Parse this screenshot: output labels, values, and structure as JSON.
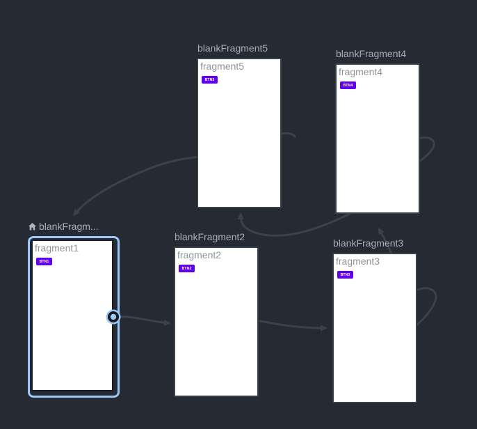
{
  "editor": {
    "type_label": "navigation-graph",
    "colors": {
      "background": "#262a32",
      "accent_purple": "#6200ee",
      "selection_blue": "#9cc7fa",
      "edge_gray": "#3b424c",
      "card_border": "#394049",
      "card_background": "#ffffff",
      "title_text": "#a9aeb5",
      "label_text": "#8f9398"
    }
  },
  "icons": {
    "start_destination_indicator": "home-icon",
    "action_source_handle": "action-handle"
  },
  "fragments": [
    {
      "title": "blankFragm...",
      "label": "fragment1",
      "button": "BTN1",
      "selected": true,
      "start_destination": true
    },
    {
      "title": "blankFragment2",
      "label": "fragment2",
      "button": "BTN2",
      "selected": false,
      "start_destination": false
    },
    {
      "title": "blankFragment3",
      "label": "fragment3",
      "button": "BTN3",
      "selected": false,
      "start_destination": false
    },
    {
      "title": "blankFragment4",
      "label": "fragment4",
      "button": "BTN4",
      "selected": false,
      "start_destination": false
    },
    {
      "title": "blankFragment5",
      "label": "fragment5",
      "button": "BTN5",
      "selected": false,
      "start_destination": false
    }
  ],
  "actions": [
    {
      "from": "blankFragment1",
      "to": "blankFragment2"
    },
    {
      "from": "blankFragment2",
      "to": "blankFragment3"
    },
    {
      "from": "blankFragment3",
      "to": "blankFragment4"
    },
    {
      "from": "blankFragment4",
      "to": "blankFragment5"
    },
    {
      "from": "blankFragment5",
      "to": "blankFragment1"
    }
  ]
}
